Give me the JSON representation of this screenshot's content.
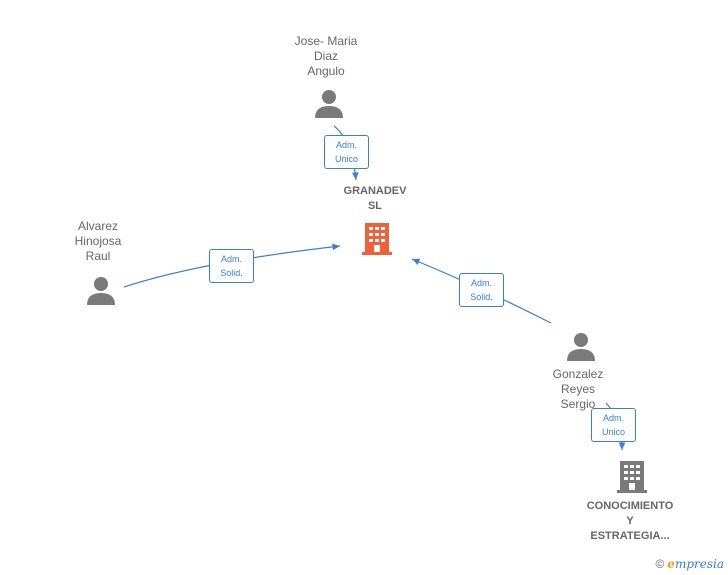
{
  "nodes": {
    "granadev": {
      "lines": [
        "GRANADEV",
        "SL"
      ],
      "kind": "company",
      "color": "#f0613a"
    },
    "jose": {
      "lines": [
        "Jose- Maria",
        "Diaz",
        "Angulo"
      ],
      "kind": "person"
    },
    "alvarez": {
      "lines": [
        "Alvarez",
        "Hinojosa",
        "Raul"
      ],
      "kind": "person"
    },
    "gonzalez": {
      "lines": [
        "Gonzalez",
        "Reyes",
        "Sergio"
      ],
      "kind": "person"
    },
    "conocimiento": {
      "lines": [
        "CONOCIMIENTO",
        "Y",
        "ESTRATEGIA..."
      ],
      "kind": "company",
      "color": "#7a7a7a"
    }
  },
  "edges": {
    "jose_granadev": {
      "lines": [
        "Adm.",
        "Unico"
      ]
    },
    "alvarez_granadev": {
      "lines": [
        "Adm.",
        "Solid."
      ]
    },
    "gonzalez_granadev": {
      "lines": [
        "Adm.",
        "Solid."
      ]
    },
    "gonzalez_conocimiento": {
      "lines": [
        "Adm.",
        "Unico"
      ]
    }
  },
  "colors": {
    "edge": "#3b7dd8",
    "person": "#7a7a7a"
  },
  "brand": {
    "copyright": "©",
    "name_first": "e",
    "name_rest": "mpresia"
  }
}
